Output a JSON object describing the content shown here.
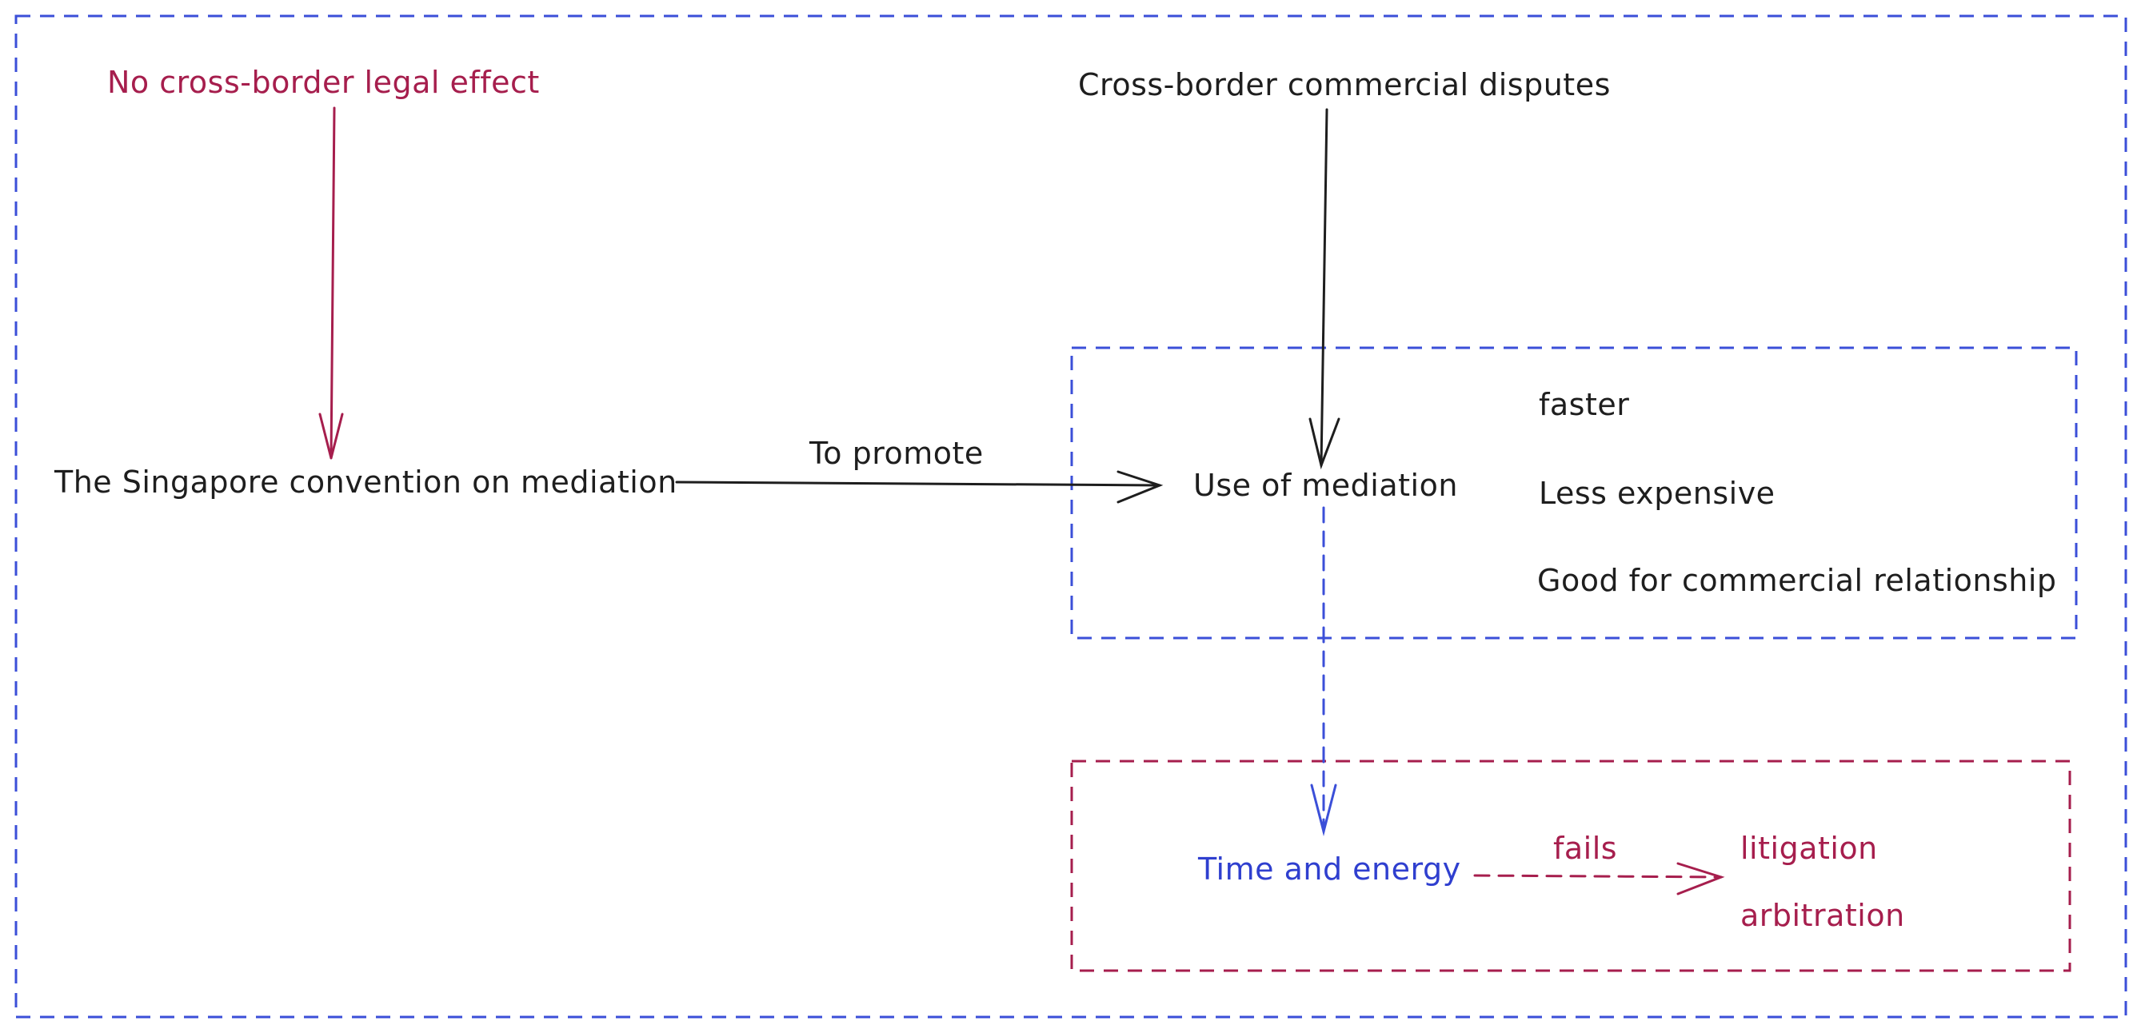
{
  "colors": {
    "frame_blue": "#3b4fd8",
    "accent_red": "#a61e4d",
    "ink": "#1e1e1e",
    "text_blue": "#2f3fcf"
  },
  "diagram": {
    "no_effect": "No cross-border legal effect",
    "cross_border": "Cross-border commercial disputes",
    "convention": "The Singapore convention on mediation",
    "to_promote": "To promote",
    "use_of_mediation": "Use of mediation",
    "benefits": [
      "faster",
      "Less expensive",
      "Good for commercial relationship"
    ],
    "time_energy": "Time and energy",
    "fails": "fails",
    "fallback": [
      "litigation",
      "arbitration"
    ]
  }
}
